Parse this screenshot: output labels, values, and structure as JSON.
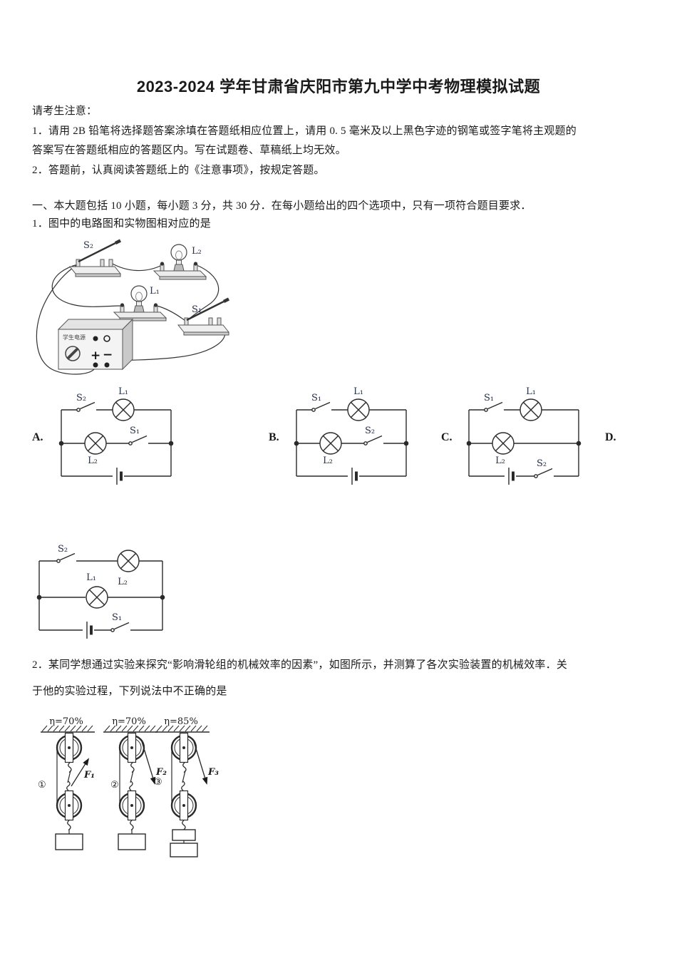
{
  "doc": {
    "title": "2023-2024 学年甘肃省庆阳市第九中学中考物理模拟试题",
    "notice_heading": "请考生注意：",
    "notice_item1_line1": "1．请用 2B 铅笔将选择题答案涂填在答题纸相应位置上，请用 0. 5 毫米及以上黑色字迹的钢笔或签字笔将主观题的",
    "notice_item1_line2": "答案写在答题纸相应的答题区内。写在试题卷、草稿纸上均无效。",
    "notice_item2": "2．答题前，认真阅读答题纸上的《注意事项》，按规定答题。",
    "section1_heading": "一、本大题包括 10 小题，每小题 3 分，共 30 分．在每小题给出的四个选项中，只有一项符合题目要求．",
    "q1_text": "1．图中的电路图和实物图相对应的是",
    "q2_line1": "2．某同学想通过实验来探究“影响滑轮组的机械效率的因素”，如图所示，并测算了各次实验装置的机械效率．关",
    "q2_line2": "于他的实验过程，下列说法中不正确的是"
  },
  "options": {
    "a": "A.",
    "b": "B.",
    "c": "C.",
    "d": "D."
  },
  "realia": {
    "power_label": "学生电源",
    "plus_sign": "+",
    "minus_sign": "−",
    "switch_s2": "S₂",
    "lamp_l2": "L₂",
    "lamp_l1": "L₁",
    "switch_s1": "S₁"
  },
  "circuit_a": {
    "sw_top": "S₂",
    "lamp_top": "L₁",
    "lamp_mid": "L₂",
    "sw_mid": "S₁"
  },
  "circuit_b": {
    "sw_top": "S₁",
    "lamp_top": "L₁",
    "lamp_mid": "L₂",
    "sw_mid": "S₂"
  },
  "circuit_c": {
    "sw_top": "S₁",
    "lamp_top": "L₁",
    "lamp_mid": "L₂",
    "sw_bottom": "S₂"
  },
  "circuit_d": {
    "sw_top": "S₂",
    "lamp_top": "L₂",
    "lamp_mid": "L₁",
    "sw_bottom": "S₁"
  },
  "pulley": {
    "sys1": {
      "num": "①",
      "eta": "η=70%",
      "force": "F₁"
    },
    "sys2": {
      "num": "②",
      "eta": "η=70%",
      "force": "F₂"
    },
    "sys3": {
      "num": "③",
      "eta": "η=85%",
      "force": "F₃"
    }
  }
}
